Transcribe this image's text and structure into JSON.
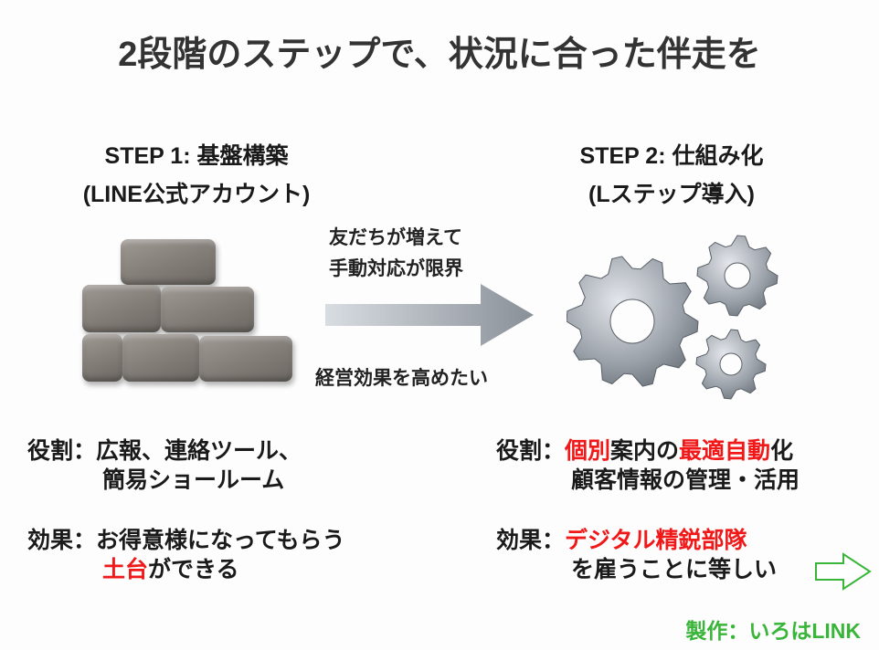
{
  "title": "2段階のステップで、状況に合った伴走を",
  "step1": {
    "line1": "STEP 1: 基盤構築",
    "line2": "(LINE公式アカウント)"
  },
  "step2": {
    "line1": "STEP 2: 仕組み化",
    "line2": "(Lステップ導入)"
  },
  "transition": {
    "line1": "友だちが増えて",
    "line2": "手動対応が限界",
    "line3": "経営効果を高めたい"
  },
  "left": {
    "role_label": "役割：",
    "role_line1": "広報、連絡ツール、",
    "role_line2": "簡易ショールーム",
    "effect_label": "効果：",
    "effect_line1": "お得意様になってもらう",
    "effect_red": "土台",
    "effect_line2_rest": "ができる"
  },
  "right": {
    "role_label": "役割：",
    "role_red1": "個別",
    "role_mid": "案内の",
    "role_red2": "最適自動",
    "role_end": "化",
    "role_line2": "顧客情報の管理・活用",
    "effect_label": "効果：",
    "effect_red": "デジタル精鋭部隊",
    "effect_line2": "を雇うことに等しい"
  },
  "credit": "製作：いろはLINK",
  "colors": {
    "accent_red": "#f01818",
    "credit_green": "#39b539"
  }
}
